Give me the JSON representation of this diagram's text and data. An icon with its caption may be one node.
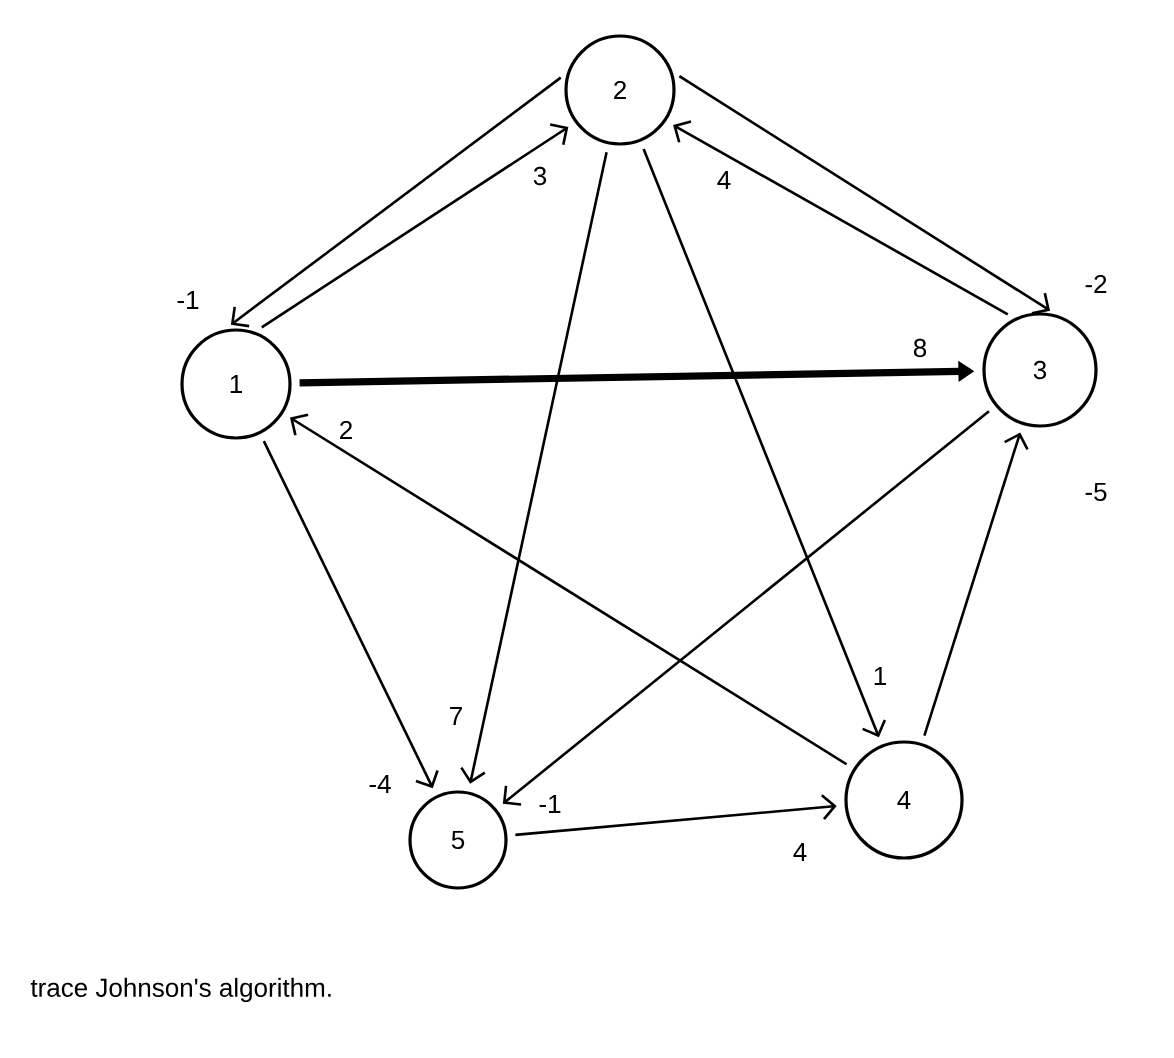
{
  "diagram": {
    "caption": "trace Johnson's algorithm.",
    "nodes": [
      {
        "text": [
          "1"
        ]
      },
      {
        "text": [
          "2"
        ]
      },
      {
        "text": [
          "3"
        ]
      },
      {
        "text": [
          "4"
        ]
      },
      {
        "text": [
          "5"
        ]
      }
    ],
    "edges": [
      {
        "from": 1,
        "to": 0,
        "arrow": "to",
        "label": "-1"
      },
      {
        "from": 0,
        "to": 1,
        "arrow": "to",
        "label": "3"
      },
      {
        "from": 0,
        "to": 2,
        "arrow": "to",
        "label": "8",
        "style": "thick"
      },
      {
        "from": 1,
        "to": 2,
        "arrow": "to",
        "label": "-2"
      },
      {
        "from": 2,
        "to": 1,
        "arrow": "to",
        "label": "4"
      },
      {
        "from": 1,
        "to": 4,
        "arrow": "to",
        "label": "7"
      },
      {
        "from": 1,
        "to": 3,
        "arrow": "to",
        "label": "1"
      },
      {
        "from": 2,
        "to": 4,
        "arrow": "to",
        "label": "-1"
      },
      {
        "from": 3,
        "to": 0,
        "arrow": "to",
        "label": "2"
      },
      {
        "from": 0,
        "to": 4,
        "arrow": "to",
        "label": "-4"
      },
      {
        "from": 4,
        "to": 3,
        "arrow": "to",
        "label": "4"
      },
      {
        "from": 3,
        "to": 2,
        "arrow": "to",
        "label": "-5"
      }
    ]
  }
}
